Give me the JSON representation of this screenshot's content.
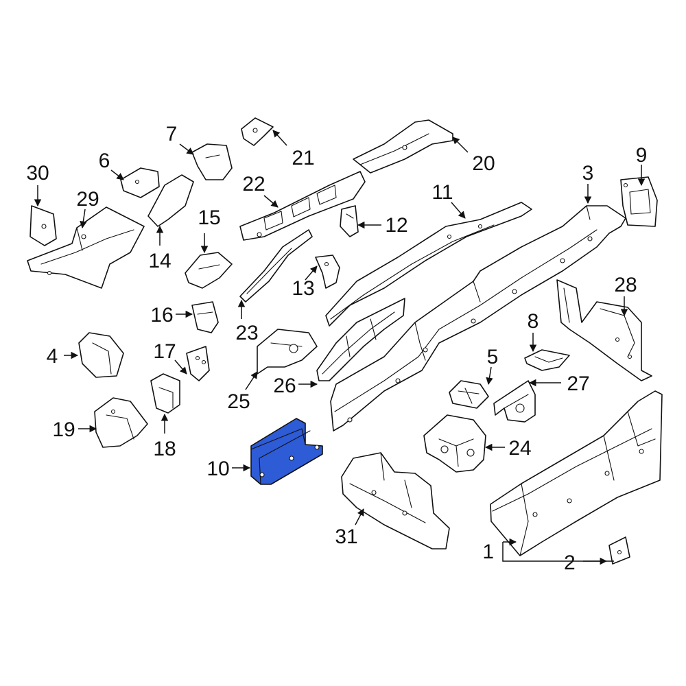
{
  "highlight_color": "#2e5bd6",
  "highlighted_part": "10",
  "callouts": [
    {
      "id": "1",
      "label": "1"
    },
    {
      "id": "2",
      "label": "2"
    },
    {
      "id": "3",
      "label": "3"
    },
    {
      "id": "4",
      "label": "4"
    },
    {
      "id": "5",
      "label": "5"
    },
    {
      "id": "6",
      "label": "6"
    },
    {
      "id": "7",
      "label": "7"
    },
    {
      "id": "8",
      "label": "8"
    },
    {
      "id": "9",
      "label": "9"
    },
    {
      "id": "10",
      "label": "10"
    },
    {
      "id": "11",
      "label": "11"
    },
    {
      "id": "12",
      "label": "12"
    },
    {
      "id": "13",
      "label": "13"
    },
    {
      "id": "14",
      "label": "14"
    },
    {
      "id": "15",
      "label": "15"
    },
    {
      "id": "16",
      "label": "16"
    },
    {
      "id": "17",
      "label": "17"
    },
    {
      "id": "18",
      "label": "18"
    },
    {
      "id": "19",
      "label": "19"
    },
    {
      "id": "20",
      "label": "20"
    },
    {
      "id": "21",
      "label": "21"
    },
    {
      "id": "22",
      "label": "22"
    },
    {
      "id": "23",
      "label": "23"
    },
    {
      "id": "24",
      "label": "24"
    },
    {
      "id": "25",
      "label": "25"
    },
    {
      "id": "26",
      "label": "26"
    },
    {
      "id": "27",
      "label": "27"
    },
    {
      "id": "28",
      "label": "28"
    },
    {
      "id": "29",
      "label": "29"
    },
    {
      "id": "30",
      "label": "30"
    },
    {
      "id": "31",
      "label": "31"
    }
  ]
}
